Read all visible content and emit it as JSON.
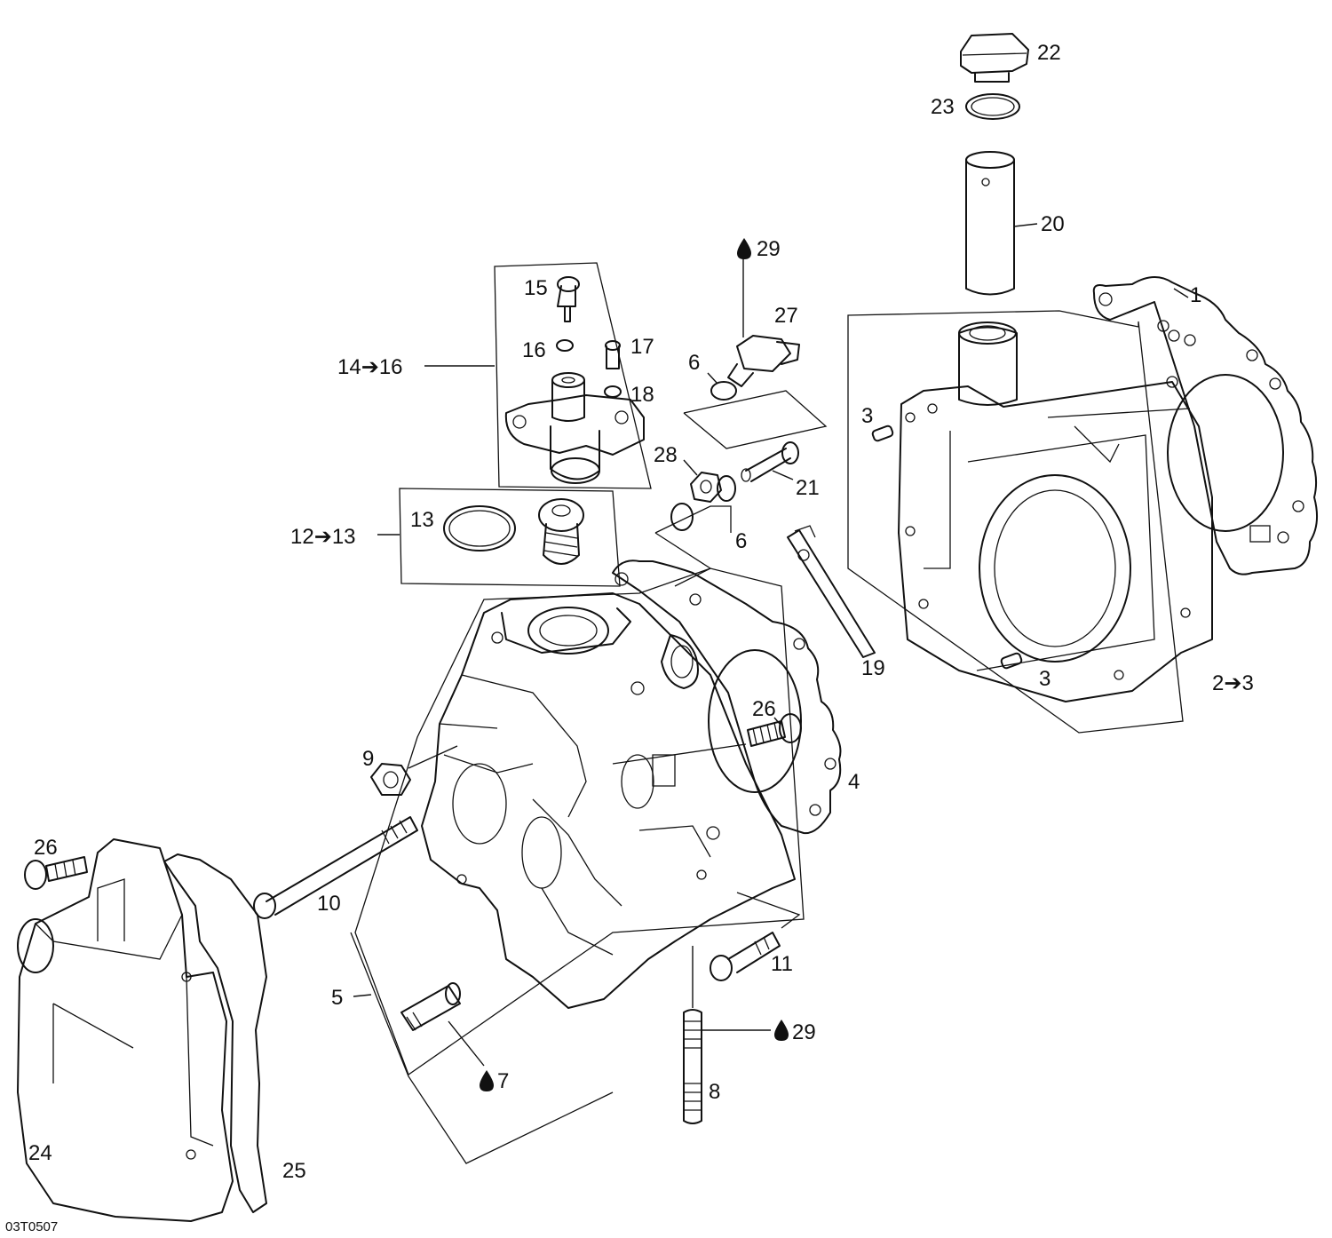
{
  "diagram": {
    "reference_code": "03T0507",
    "labels": {
      "l1": "1",
      "l2": "2",
      "l3": "3",
      "l3a": "3",
      "l3b": "3",
      "l4": "4",
      "l5": "5",
      "l6a": "6",
      "l6b": "6",
      "l7": "7",
      "l8": "8",
      "l9": "9",
      "l10": "10",
      "l11": "11",
      "l12": "12",
      "l13": "13",
      "l13b": "13",
      "l14": "14",
      "l15": "15",
      "l16": "16",
      "l16b": "16",
      "l17": "17",
      "l18": "18",
      "l19": "19",
      "l20": "20",
      "l21": "21",
      "l22": "22",
      "l23": "23",
      "l24": "24",
      "l25": "25",
      "l26a": "26",
      "l26b": "26",
      "l27": "27",
      "l28": "28",
      "l29a": "29",
      "l29b": "29"
    },
    "arrow_glyph": "➔",
    "drop_icon": "drop-icon",
    "colors": {
      "ink": "#111111",
      "paper": "#ffffff"
    }
  }
}
